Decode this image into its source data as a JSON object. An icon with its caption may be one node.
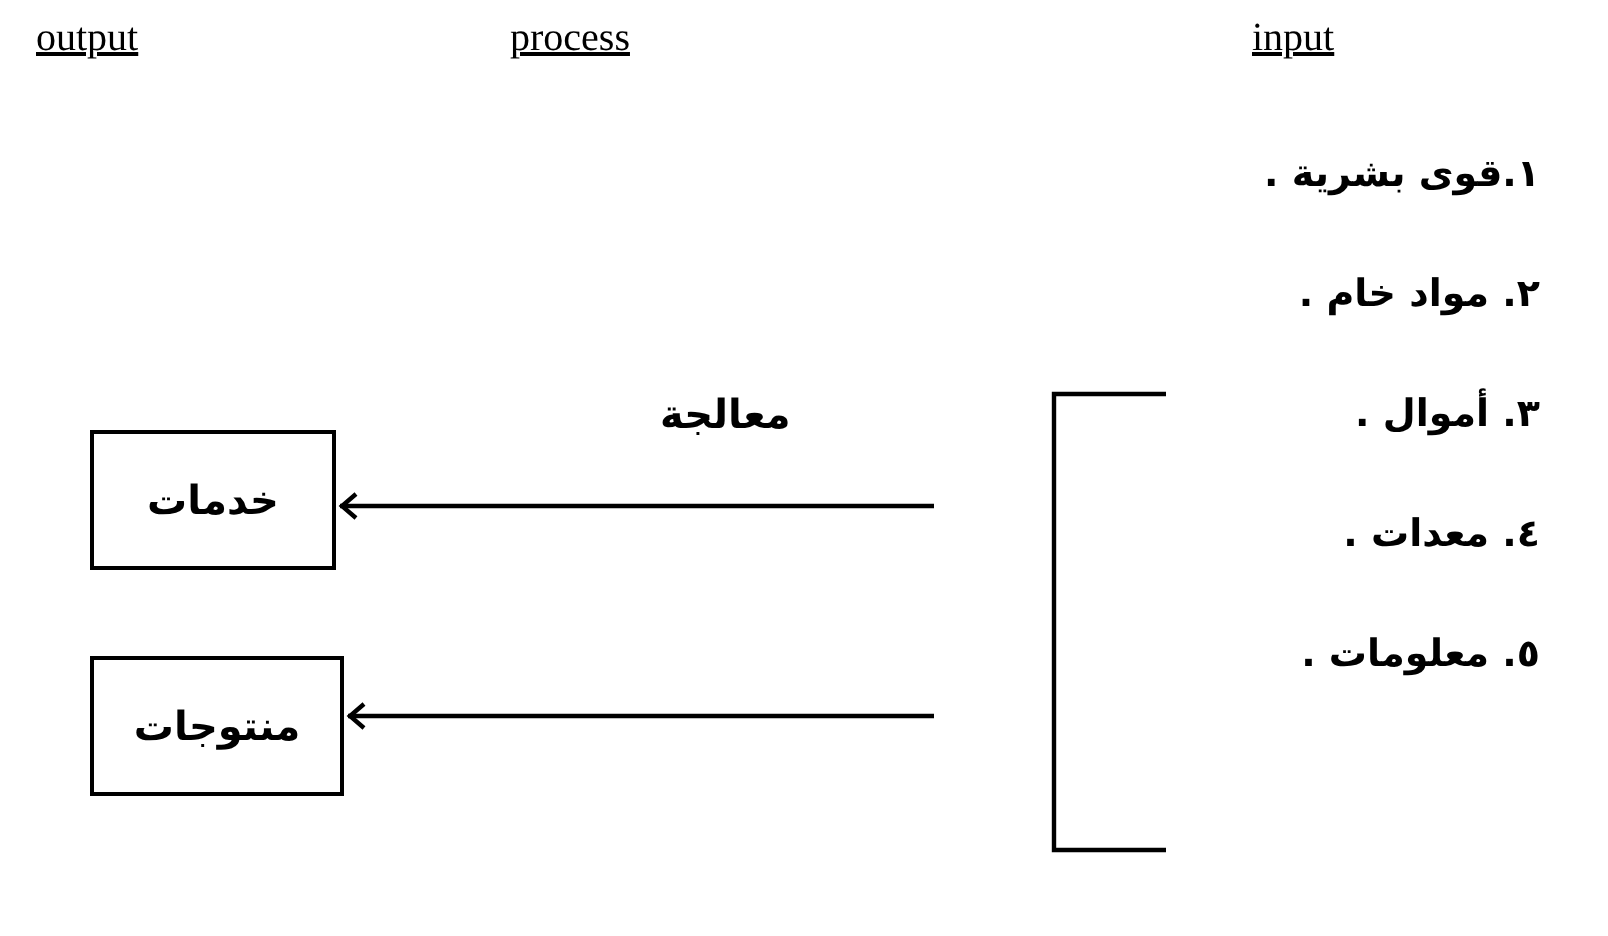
{
  "diagram": {
    "nodes": [
      {
        "text": [
          "خدمات"
        ]
      },
      {
        "text": [
          "منتوجات"
        ]
      },
      {
        "text": [],
        "shape": "bracket"
      }
    ],
    "edges": [
      {
        "from": 2,
        "to": 0,
        "arrow": "to",
        "label": "معالجة"
      },
      {
        "from": 2,
        "to": 1,
        "arrow": "to"
      }
    ],
    "labels": [
      "output",
      "process",
      "input",
      "١.قوى بشرية .",
      "٢. مواد خام .",
      "٣. أموال .",
      "٤. معدات .",
      "٥. معلومات ."
    ]
  }
}
